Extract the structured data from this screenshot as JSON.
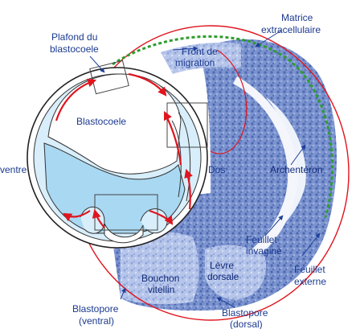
{
  "labels": {
    "plafond_line1": "Plafond du",
    "plafond_line2": "blastocoele",
    "matrice_line1": "Matrice",
    "matrice_line2": "extracellulaire",
    "front_line1": "Front de",
    "front_line2": "migration",
    "blastocoele": "Blastocoele",
    "ventre": "ventre",
    "dos": "Dos",
    "archenteron": "Archentéron",
    "feuillet_invagine_line1": "Feuillet",
    "feuillet_invagine_line2": "invaginé",
    "feuillet_externe_line1": "Feuillet",
    "feuillet_externe_line2": "externe",
    "levre_line1": "Lèvre",
    "levre_line2": "dorsale",
    "bouchon_line1": "Bouchon",
    "bouchon_line2": "vitellin",
    "blastopore_ventral_line1": "Blastopore",
    "blastopore_ventral_line2": "(ventral)",
    "blastopore_dorsal_line1": "Blastopore",
    "blastopore_dorsal_line2": "(dorsal)"
  },
  "colors": {
    "label_text": "#1b3a8f",
    "pointer_line": "#1e3f9a",
    "outline_red": "#e0141e",
    "matrix_green": "#2e9d2e",
    "cavity_fill": "#a9d8f2",
    "cell_wall": "#d8eefb",
    "tissue_blue": "#6d86c7"
  },
  "icons": {
    "migration_arrows": "red-arrow-icon",
    "inset_boxes": "zoom-box-icon"
  }
}
